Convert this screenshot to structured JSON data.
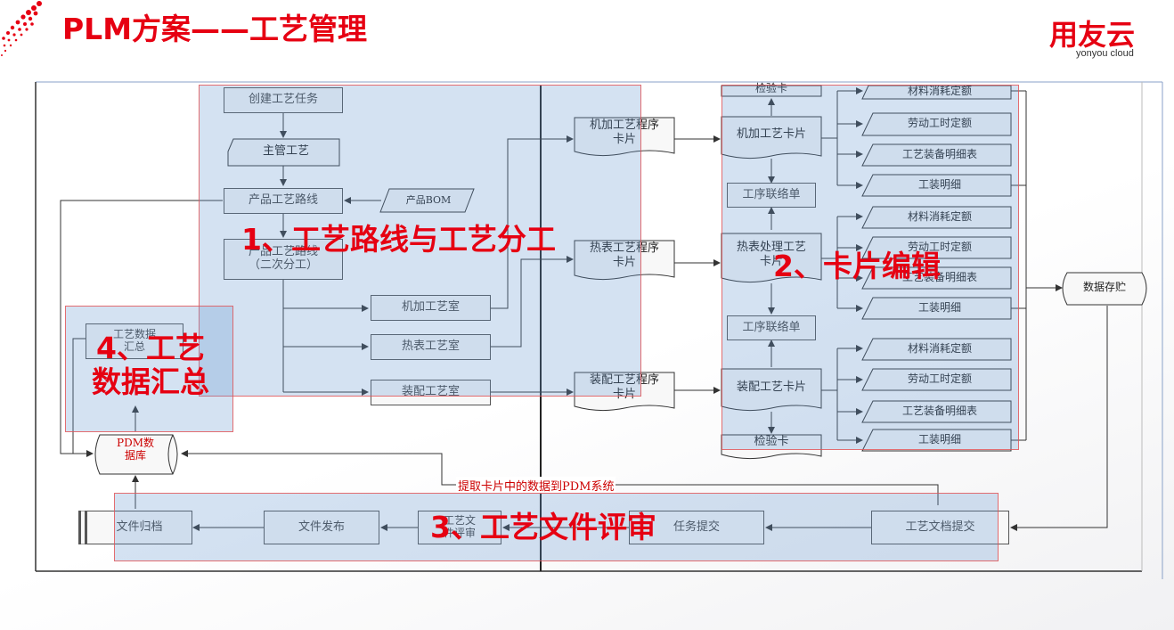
{
  "header": {
    "title": "PLM方案——工艺管理"
  },
  "logo": {
    "main": "用友云",
    "sub": "yonyou cloud"
  },
  "nodes": {
    "create_task": "创建工艺任务",
    "chief_process": "主管工艺",
    "product_route": "产品工艺路线",
    "product_bom": "产品BOM",
    "product_route2_l1": "产品工艺路线",
    "product_route2_l2": "（二次分工）",
    "machining_room": "机加工艺室",
    "heat_room": "热表工艺室",
    "assembly_room": "装配工艺室",
    "machining_seq_card_l1": "机加工艺程序",
    "machining_seq_card_l2": "卡片",
    "heat_seq_card_l1": "热表工艺程序",
    "heat_seq_card_l2": "卡片",
    "assembly_seq_card_l1": "装配工艺程序",
    "assembly_seq_card_l2": "卡片",
    "inspection_card_top": "检验卡",
    "machining_card": "机加工艺卡片",
    "liaison_1": "工序联络单",
    "heat_card_l1": "热表处理工艺",
    "heat_card_l2": "卡片",
    "liaison_2": "工序联络单",
    "assembly_card": "装配工艺卡片",
    "inspection_card_bottom": "检验卡",
    "material_quota": "材料消耗定额",
    "labor_quota": "劳动工时定额",
    "equipment_list": "工艺装备明细表",
    "tooling_detail": "工装明细",
    "data_storage": "数据存贮",
    "pdm_db_l1": "PDM数",
    "pdm_db_l2": "据库",
    "data_summary_l1": "工艺数据",
    "data_summary_l2": "汇总",
    "file_archive": "文件归档",
    "file_release": "文件发布",
    "doc_review_l1": "工艺文",
    "doc_review_l2": "件评审",
    "task_submit": "任务提交",
    "doc_submit": "工艺文档提交",
    "extract_note": "提取卡片中的数据到PDM系统"
  },
  "overlays": {
    "label1": "1、工艺路线与工艺分工",
    "label2": "2、卡片编辑",
    "label3": "3、工艺文件评审",
    "label4_l1": "4、工艺",
    "label4_l2": "数据汇总"
  },
  "colors": {
    "brand_red": "#e60012",
    "overlay_blue": "#6496d2",
    "overlay_border": "#e65050"
  }
}
